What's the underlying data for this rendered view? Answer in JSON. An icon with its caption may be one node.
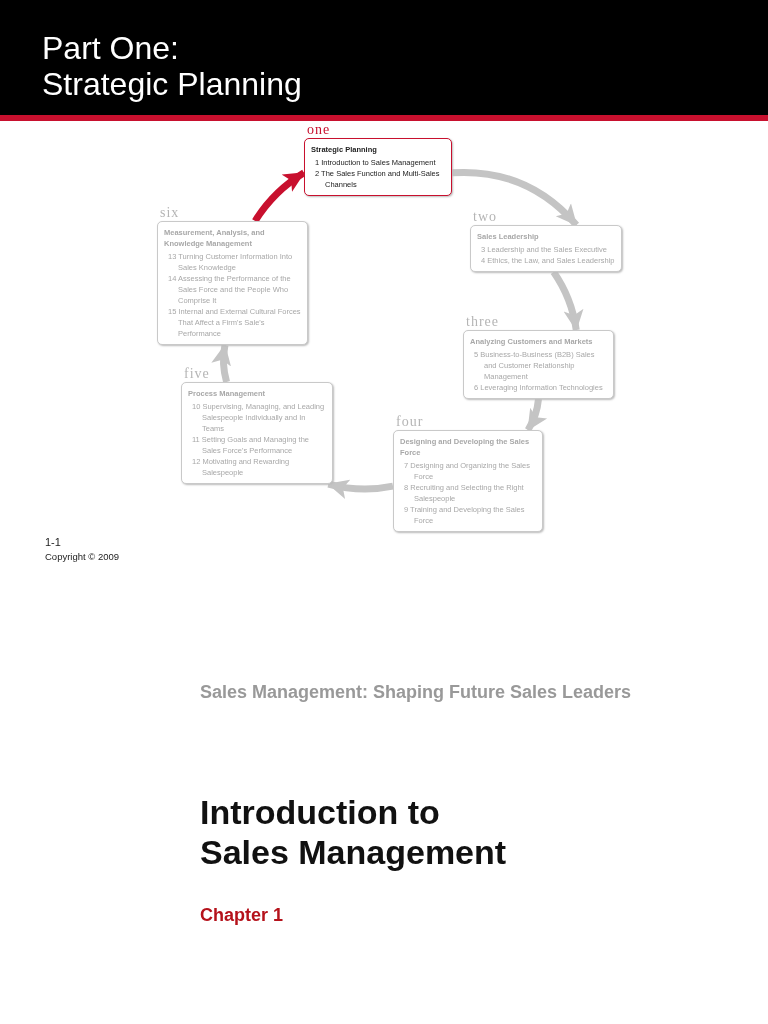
{
  "diagram": {
    "title": "Part One: Strategic Planning",
    "nodes": [
      {
        "text": [
          "one",
          "Strategic Planning",
          "1 Introduction to Sales Management",
          "2 The Sales Function and Multi-Sales Channels"
        ]
      },
      {
        "text": [
          "two",
          "Sales Leadership",
          "3 Leadership and the Sales Executive",
          "4 Ethics, the Law, and Sales Leadership"
        ]
      },
      {
        "text": [
          "three",
          "Analyzing Customers and Markets",
          "5 Business-to-Business (B2B) Sales and Customer Relationship Management",
          "6 Leveraging Information Technologies"
        ]
      },
      {
        "text": [
          "four",
          "Designing and Developing the Sales Force",
          "7 Designing and Organizing the Sales Force",
          "8 Recruiting and Selecting the Right Salespeople",
          "9 Training and Developing the Sales Force"
        ]
      },
      {
        "text": [
          "five",
          "Process Management",
          "10 Supervising, Managing, and Leading Salespeople Individually and In Teams",
          "11 Setting Goals and Managing the Sales Force's Performance",
          "12 Motivating and Rewarding Salespeople"
        ]
      },
      {
        "text": [
          "six",
          "Measurement, Analysis, and Knowledge Management",
          "13 Turning Customer Information Into Sales Knowledge",
          "14 Assessing the Performance of the Sales Force and the People Who Comprise It",
          "15 Internal and External Cultural Forces That Affect a Firm's Sale's Performance"
        ]
      }
    ],
    "edges": [
      {
        "from": 0,
        "to": 1,
        "arrow": "to"
      },
      {
        "from": 1,
        "to": 2,
        "arrow": "to"
      },
      {
        "from": 2,
        "to": 3,
        "arrow": "to"
      },
      {
        "from": 3,
        "to": 4,
        "arrow": "to"
      },
      {
        "from": 4,
        "to": 5,
        "arrow": "to"
      },
      {
        "from": 5,
        "to": 0,
        "arrow": "to",
        "color": "#c8102e"
      }
    ],
    "labels": [
      "1-1",
      "Copyright © 2009",
      "Sales Management: Shaping Future Sales Leaders",
      "Introduction to Sales Management",
      "Chapter 1"
    ]
  }
}
